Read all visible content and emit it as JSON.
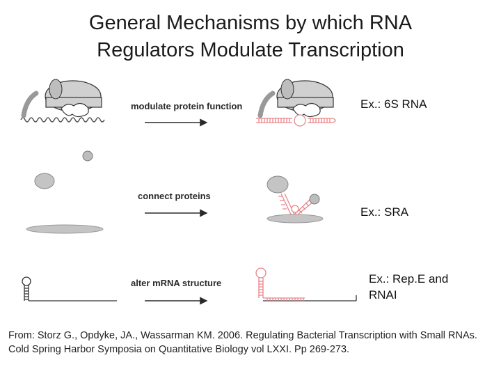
{
  "slide": {
    "title_line1": "General Mechanisms by which RNA",
    "title_line2": "Regulators Modulate Transcription"
  },
  "mechanisms": [
    {
      "process": "modulate protein function",
      "example": "Ex.: 6S RNA"
    },
    {
      "process": "connect proteins",
      "example": "Ex.: SRA"
    },
    {
      "process": "alter mRNA structure",
      "example_line1": "Ex.: Rep.E and",
      "example_line2": "RNAI"
    }
  ],
  "citation": "From: Storz G., Opdyke, JA., Wassarman KM. 2006. Regulating Bacterial Transcription with Small RNAs. Cold Spring Harbor Symposia on Quantitative Biology vol LXXI. Pp 269-273.",
  "colors": {
    "rna_red": "#e8868a",
    "protein_gray": "#c4c4c4",
    "dna_gray": "#8a8a8a",
    "arrow": "#2a2a2a"
  }
}
